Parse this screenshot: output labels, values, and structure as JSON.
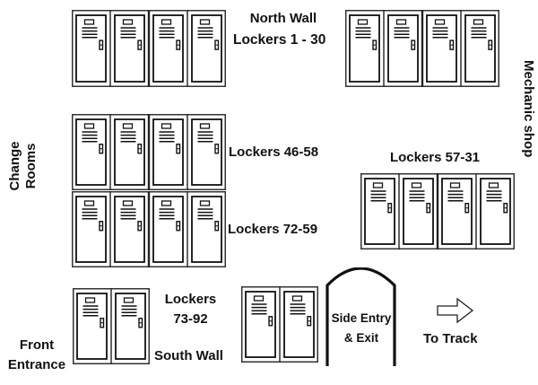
{
  "diagram": {
    "title": "Locker Room Layout",
    "labels": {
      "north_wall": "North Wall",
      "north_lockers": "Lockers 1 -   30",
      "mechanic_shop": "Mechanic shop",
      "change_rooms_line1": "Change",
      "change_rooms_line2": "Rooms",
      "lockers_46_58": "Lockers 46-58",
      "lockers_72_59": "Lockers 72-59",
      "lockers_57_31": "Lockers 57-31",
      "lockers_73_92_line1": "Lockers",
      "lockers_73_92_line2": "73-92",
      "south_wall": "South Wall",
      "front_entrance_line1": "Front",
      "front_entrance_line2": "Entrance",
      "side_entry_line1": "Side Entry",
      "side_entry_line2": "& Exit",
      "to_track": "To Track"
    },
    "locker_banks": [
      {
        "id": "north-left",
        "units": 4
      },
      {
        "id": "north-right",
        "units": 4
      },
      {
        "id": "center-upper",
        "units": 4
      },
      {
        "id": "center-lower",
        "units": 4
      },
      {
        "id": "east",
        "units": 4
      },
      {
        "id": "south-left",
        "units": 2
      },
      {
        "id": "south-middle",
        "units": 2
      }
    ],
    "icons": [
      "locker-icon",
      "doorway-arch-icon",
      "arrow-right-icon"
    ]
  }
}
